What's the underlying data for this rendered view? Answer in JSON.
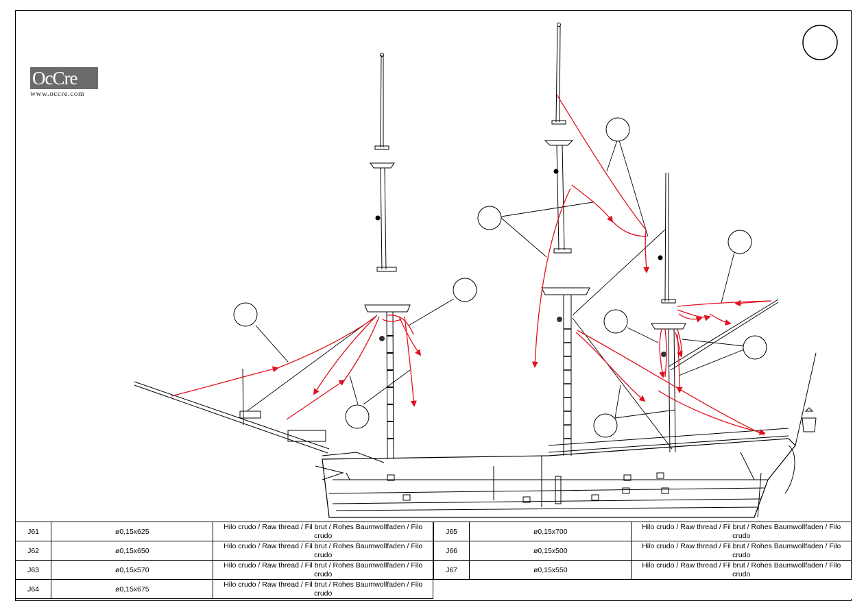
{
  "brand": {
    "logo_text": "OcCre",
    "website": "www.occre.com"
  },
  "colors": {
    "rigging_red": "#e0101e",
    "line_black": "#000000",
    "logo_gray": "#6b6b6b"
  },
  "parts_left": [
    {
      "code": "J61",
      "dimension": "ø0,15x625",
      "material": "Hilo crudo / Raw thread / Fil brut / Rohes Baumwollfaden / Filo crudo"
    },
    {
      "code": "J62",
      "dimension": "ø0,15x650",
      "material": "Hilo crudo / Raw thread / Fil brut / Rohes Baumwollfaden / Filo crudo"
    },
    {
      "code": "J63",
      "dimension": "ø0,15x570",
      "material": "Hilo crudo / Raw thread / Fil brut / Rohes Baumwollfaden / Filo crudo"
    },
    {
      "code": "J64",
      "dimension": "ø0,15x675",
      "material": "Hilo crudo / Raw thread / Fil brut / Rohes Baumwollfaden / Filo crudo"
    }
  ],
  "parts_right": [
    {
      "code": "J65",
      "dimension": "ø0,15x700",
      "material": "Hilo crudo / Raw thread / Fil brut / Rohes Baumwollfaden / Filo crudo"
    },
    {
      "code": "J66",
      "dimension": "ø0,15x500",
      "material": "Hilo crudo / Raw thread / Fil brut / Rohes Baumwollfaden / Filo crudo"
    },
    {
      "code": "J67",
      "dimension": "ø0,15x550",
      "material": "Hilo crudo / Raw thread / Fil brut / Rohes Baumwollfaden / Filo crudo"
    }
  ]
}
